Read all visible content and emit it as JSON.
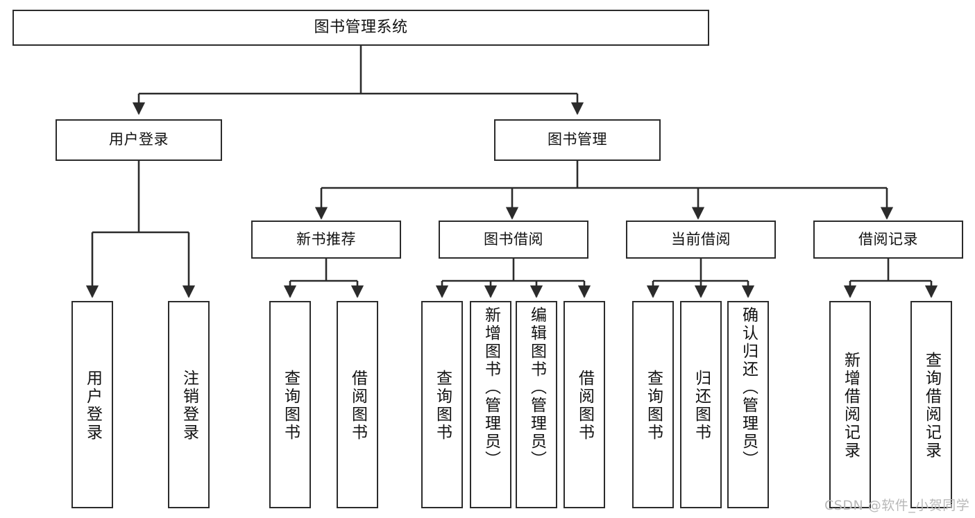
{
  "diagram": {
    "title": "图书管理系统",
    "type": "tree-hierarchy-chart",
    "line_color": "#2b2b2b",
    "box_fill": "#ffffff",
    "text_color": "#111111"
  },
  "nodes": {
    "root": {
      "label": "图书管理系统"
    },
    "level2": [
      {
        "label": "用户登录"
      },
      {
        "label": "图书管理"
      }
    ],
    "level3": [
      {
        "label": "新书推荐"
      },
      {
        "label": "图书借阅"
      },
      {
        "label": "当前借阅"
      },
      {
        "label": "借阅记录"
      }
    ],
    "leaves": {
      "user_login": [
        {
          "label": "用户登录"
        },
        {
          "label": "注销登录"
        }
      ],
      "new_book_recommend": [
        {
          "label": "查询图书"
        },
        {
          "label": "借阅图书"
        }
      ],
      "book_borrow": [
        {
          "label": "查询图书"
        },
        {
          "label": "新增图书（管理员）"
        },
        {
          "label": "编辑图书（管理员）"
        },
        {
          "label": "借阅图书"
        }
      ],
      "current_borrow": [
        {
          "label": "查询图书"
        },
        {
          "label": "归还图书"
        },
        {
          "label": "确认归还（管理员）"
        }
      ],
      "borrow_record": [
        {
          "label": "新增借阅记录"
        },
        {
          "label": "查询借阅记录"
        }
      ]
    }
  },
  "watermark": {
    "text": "CSDN @软件_小贺同学"
  }
}
